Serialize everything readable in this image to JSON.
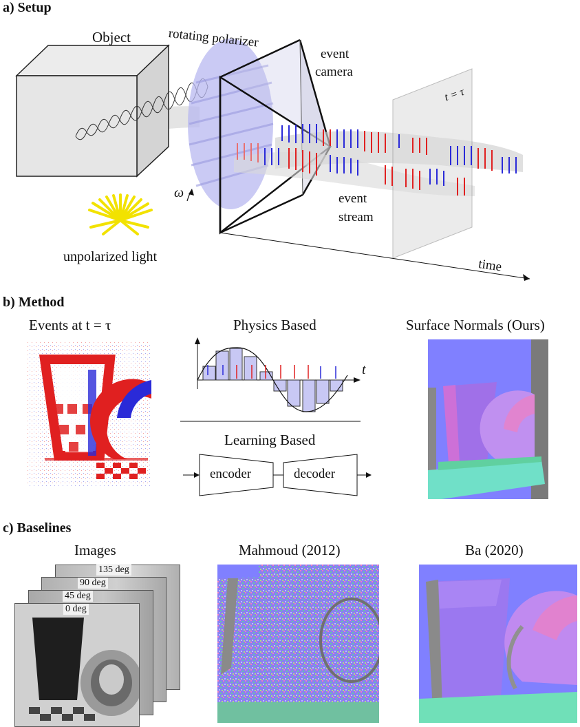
{
  "sections": {
    "a": "a) Setup",
    "b": "b) Method",
    "c": "c) Baselines"
  },
  "setup": {
    "object": "Object",
    "polarizer": "rotating polarizer",
    "camera_line1": "event",
    "camera_line2": "camera",
    "tau": "t = τ",
    "omega": "ω",
    "stream_line1": "event",
    "stream_line2": "stream",
    "light": "unpolarized light",
    "time": "time"
  },
  "method": {
    "events_title": "Events at t = τ",
    "physics_title": "Physics Based",
    "axis_t": "t",
    "learning_title": "Learning Based",
    "encoder": "encoder",
    "decoder": "decoder",
    "normals_title": "Surface Normals (Ours)"
  },
  "baselines": {
    "images_title": "Images",
    "deg_labels": [
      "135 deg",
      "90 deg",
      "45 deg",
      "0 deg"
    ],
    "mahmoud_title": "Mahmoud (2012)",
    "ba_title": "Ba (2020)"
  },
  "colors": {
    "positive_event": "#2a2ad8",
    "negative_event": "#e02020",
    "polarizer": "#b8b8f0",
    "normal_base": "#8080ff"
  }
}
